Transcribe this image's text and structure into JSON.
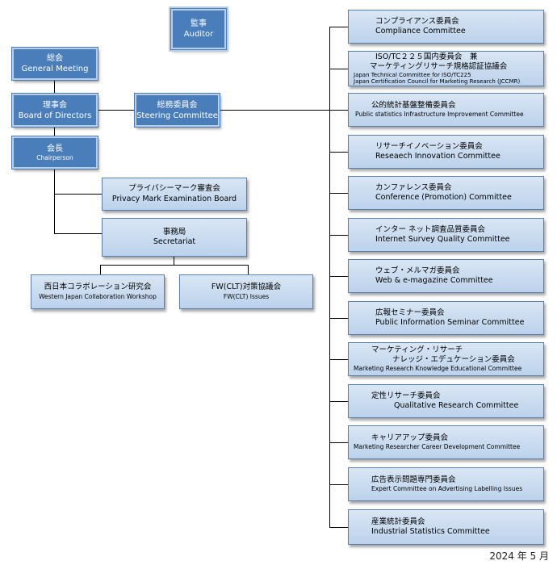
{
  "auditor": {
    "ja": "監事",
    "en": "Auditor"
  },
  "general_meeting": {
    "ja": "総会",
    "en": "General Meeting"
  },
  "board": {
    "ja": "理事会",
    "en": "Board of Directors"
  },
  "steering": {
    "ja": "総務委員会",
    "en": "Steering Committee"
  },
  "chairperson": {
    "ja": "会長",
    "en": "Chairperson"
  },
  "privacy": {
    "ja": "プライバシーマーク審査会",
    "en": "Privacy Mark Examination Board"
  },
  "secretariat": {
    "ja": "事務局",
    "en": "Secretariat"
  },
  "western": {
    "ja": "西日本コラボレーション研究会",
    "en": "Western Japan Collaboration Workshop"
  },
  "fw": {
    "ja": "FW(CLT)対策協議会",
    "en": "FW(CLT) Issues"
  },
  "committees": [
    {
      "ja": "コンプライアンス委員会",
      "en": "Compliance Committee"
    },
    {
      "ja": "ISO/TC２２５国内委員会　兼",
      "ja2": "マーケティングリサーチ規格認証協議会",
      "en": "Japan Technical Committee for ISO/TC225",
      "en2": "Japan Certification Council for Marketing Research (JCCMR)"
    },
    {
      "ja": "公的統計基盤整備委員会",
      "en": "Public statistics Infrastructure Improvement  Committee"
    },
    {
      "ja": "リサーチイノベーション委員会",
      "en": "Reseaech Innovation Committee"
    },
    {
      "ja": "カンファレンス委員会",
      "en": "Conference (Promotion) Committee"
    },
    {
      "ja": "インター ネット調査品質委員会",
      "en": "Internet Survey Quality Committee"
    },
    {
      "ja": "ウェブ・メルマガ委員会",
      "en": "Web & e-magazine Committee"
    },
    {
      "ja": "広報セミナー委員会",
      "en": "Public Information Seminar Committee"
    },
    {
      "ja": "マーケティング・リサーチ",
      "ja2": "ナレッジ・エデュケーション委員会",
      "en": "Marketing Research  Knowledge  Educational  Committee"
    },
    {
      "ja": "定性リサーチ委員会",
      "en": "Qualitative Research Committee"
    },
    {
      "ja": "キャリアアップ委員会",
      "en": "Marketing Researcher  Career  Development  Committee"
    },
    {
      "ja": "広告表示問題専門委員会",
      "en": "Expert Committee on Advertising  Labelling  Issues"
    },
    {
      "ja": "産業統計委員会",
      "en": "Industrial Statistics Committee"
    }
  ],
  "date": "2024 年 5 月"
}
